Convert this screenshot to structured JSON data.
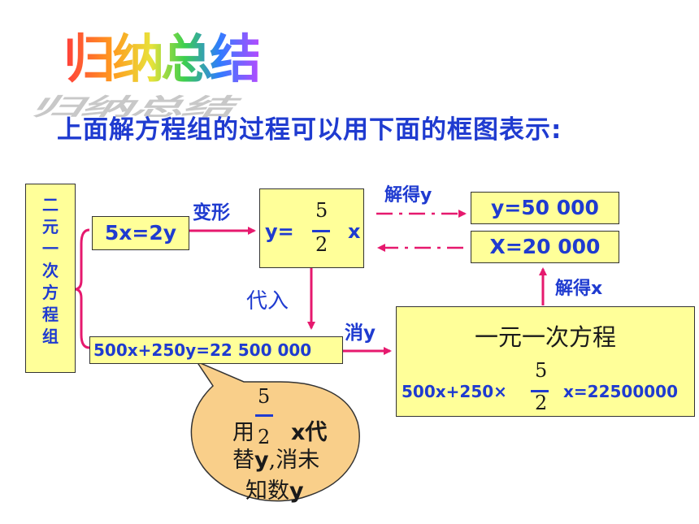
{
  "title": "归纳总结",
  "subtitle": "上面解方程组的过程可以用下面的框图表示:",
  "system_label": "二元一次方程组",
  "eq1": "5x=2y",
  "eq2": "500x+250y=22 500 000",
  "transform_label": "变形",
  "y_expr": {
    "lhs": "y=",
    "num": "5",
    "den": "2",
    "var": "x"
  },
  "substitute_label": "代入",
  "eliminate_label": "消y",
  "one_var": {
    "title": "一元一次方程",
    "lhs": "500x+250×",
    "num": "5",
    "den": "2",
    "rhs": "x=22500000"
  },
  "solve_y_label": "解得y",
  "solve_x_label": "解得x",
  "y_result": "y=50 000",
  "x_result": "X=20 000",
  "bubble": {
    "line1_a": "用",
    "num": "5",
    "den": "2",
    "line1_b": "x代",
    "line2_a": "替",
    "line2_y": "y",
    "line2_b": ",消未",
    "line3_a": "知数",
    "line3_y": "y"
  },
  "colors": {
    "box_fill": "#ffff99",
    "text_blue": "#1f3bd0",
    "arrow_pink": "#e6196e",
    "bubble_fill": "#f9cf8a",
    "bracket_pink": "#e6196e"
  }
}
